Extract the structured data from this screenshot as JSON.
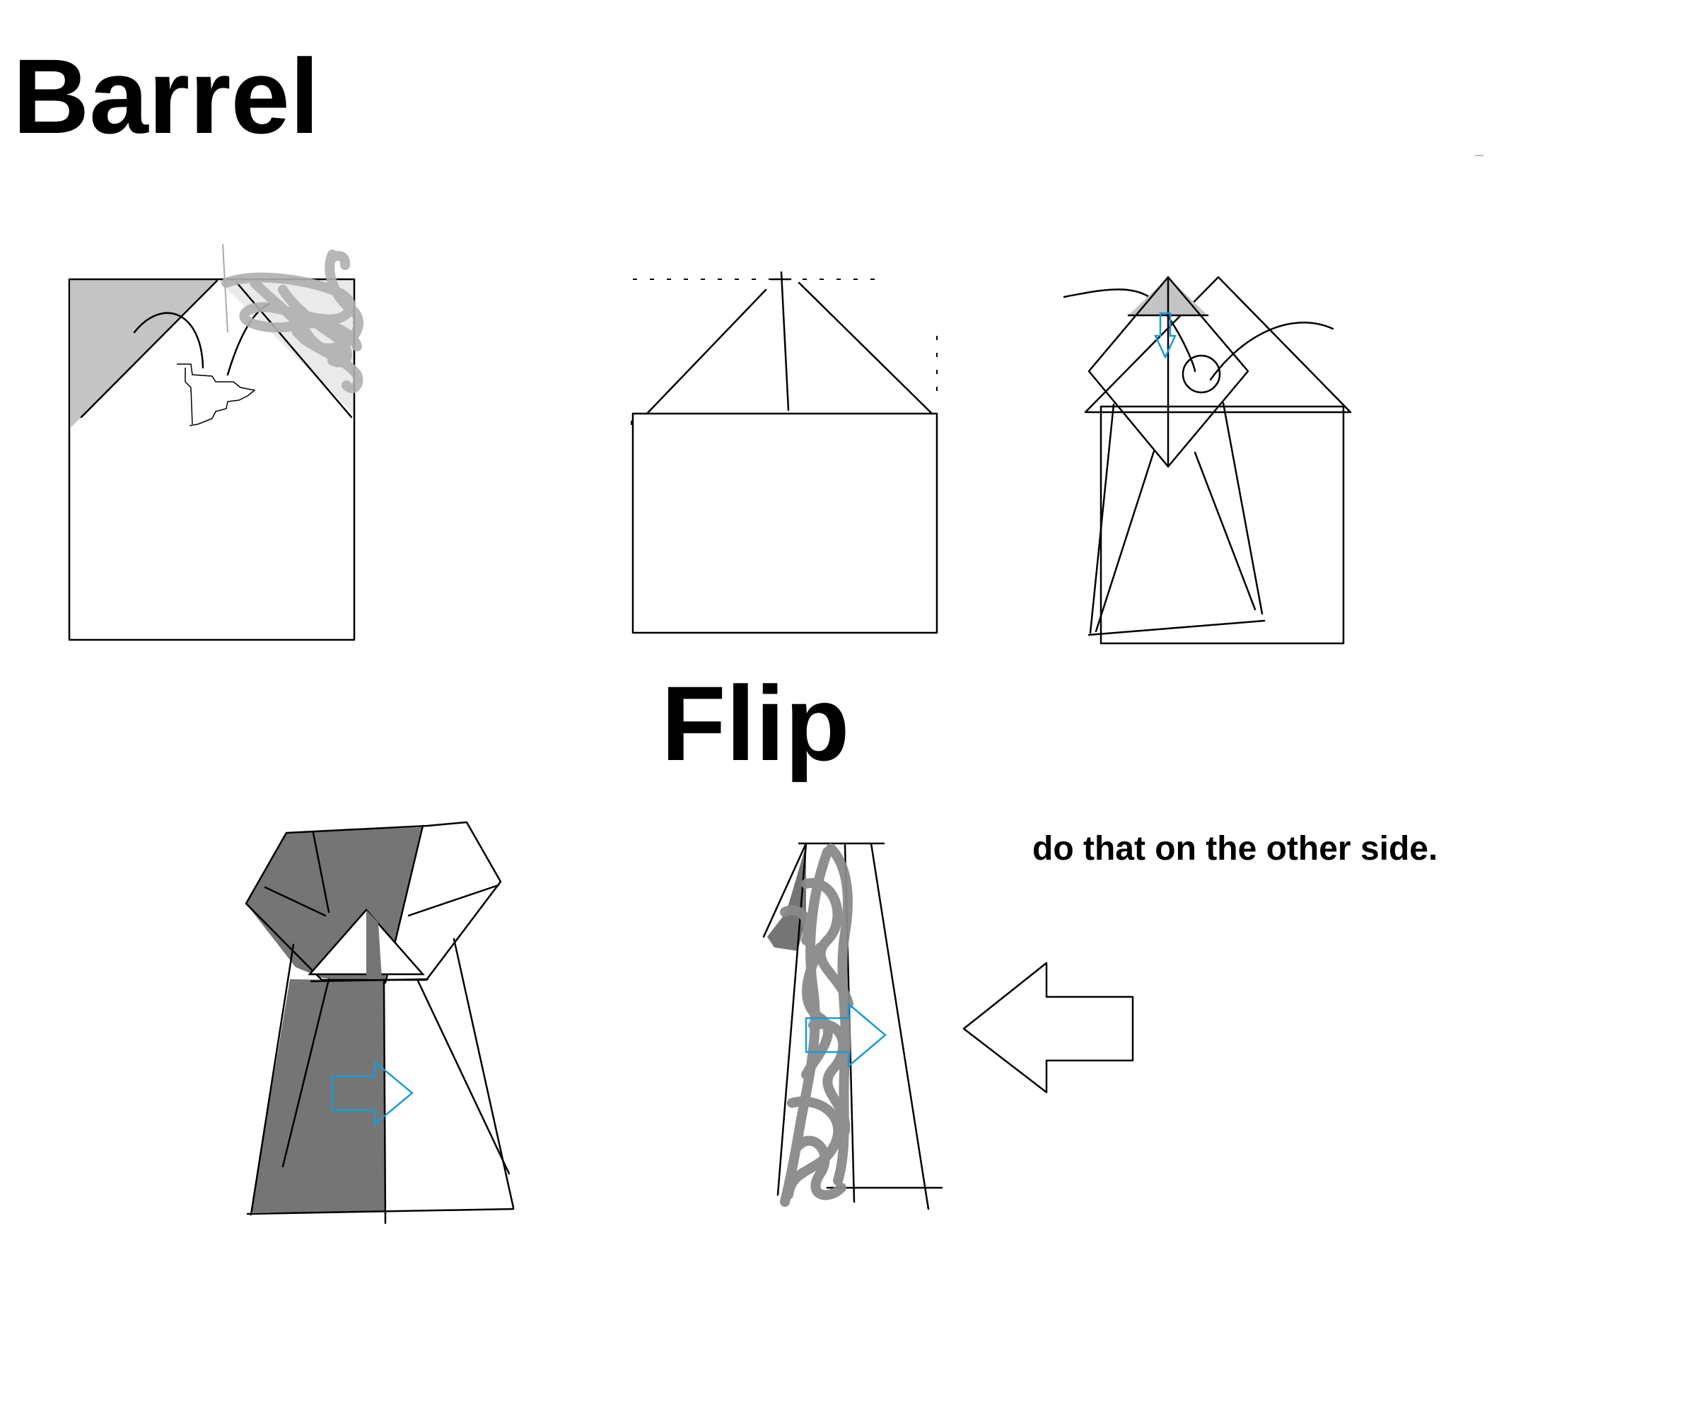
{
  "titles": {
    "main": "Barrel",
    "flip": "Flip"
  },
  "instructions": {
    "other_side": "do that on the other side."
  },
  "colors": {
    "outline": "#000000",
    "light_shade": "#c4c4c4",
    "dark_shade": "#757575",
    "scribble": "#8a8a8a",
    "fold_arrow": "#1a9ad6",
    "background": "#ffffff"
  },
  "icons": {
    "fold_arrow_down": "arrow-down-icon",
    "fold_arrow_right": "arrow-right-icon",
    "direction_arrow_left": "arrow-left-icon"
  }
}
